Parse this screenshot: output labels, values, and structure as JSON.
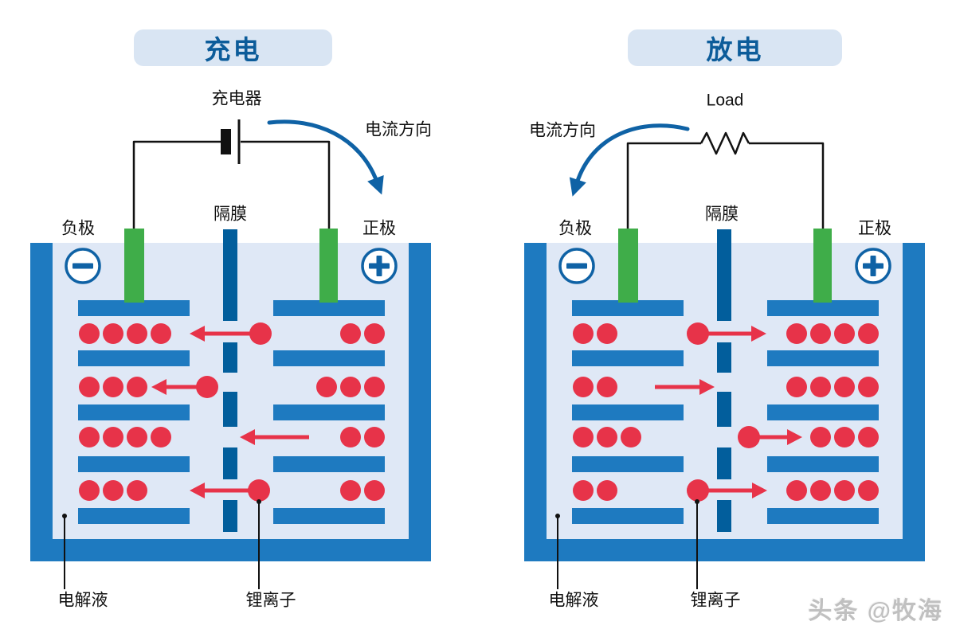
{
  "watermark": "头条 @牧海",
  "colors": {
    "wall": "#1e7ac0",
    "separator": "#025e9c",
    "electrolyte": "#dfe8f6",
    "ion": "#e73349",
    "terminal": "#3fad49",
    "accent": "#0f62a5",
    "wire": "#111111",
    "title_bg": "#d9e5f3",
    "title_text": "#0c5c9a",
    "text": "#111111",
    "watermark": "#c0c0c0"
  },
  "panels": [
    {
      "id": "charge",
      "title": "充电",
      "device": {
        "type": "battery",
        "label": "充电器"
      },
      "current_label": "电流方向",
      "current_arrow": "curves right and down toward positive electrode",
      "ion_flow": "right-to-left",
      "labels": {
        "negative": "负极",
        "positive": "正极",
        "separator": "隔膜",
        "electrolyte": "电解液",
        "ion": "锂离子"
      },
      "negative_sign": "−",
      "positive_sign": "+",
      "rows": [
        {
          "left_ions": 4,
          "right_ions": 2,
          "arrow": "ball-left"
        },
        {
          "left_ions": 3,
          "right_ions": 3,
          "arrow": "ball-left"
        },
        {
          "left_ions": 4,
          "right_ions": 2,
          "arrow": "plain-left"
        },
        {
          "left_ions": 3,
          "right_ions": 2,
          "arrow": "ball-left"
        }
      ]
    },
    {
      "id": "discharge",
      "title": "放电",
      "device": {
        "type": "resistor",
        "label": "Load"
      },
      "current_label": "电流方向",
      "current_arrow": "curves left and down toward negative electrode",
      "ion_flow": "left-to-right",
      "labels": {
        "negative": "负极",
        "positive": "正极",
        "separator": "隔膜",
        "electrolyte": "电解液",
        "ion": "锂离子"
      },
      "negative_sign": "−",
      "positive_sign": "+",
      "rows": [
        {
          "left_ions": 2,
          "right_ions": 4,
          "arrow": "ball-right"
        },
        {
          "left_ions": 2,
          "right_ions": 4,
          "arrow": "plain-right"
        },
        {
          "left_ions": 3,
          "right_ions": 3,
          "arrow": "ball-right"
        },
        {
          "left_ions": 2,
          "right_ions": 4,
          "arrow": "ball-right"
        }
      ]
    }
  ]
}
